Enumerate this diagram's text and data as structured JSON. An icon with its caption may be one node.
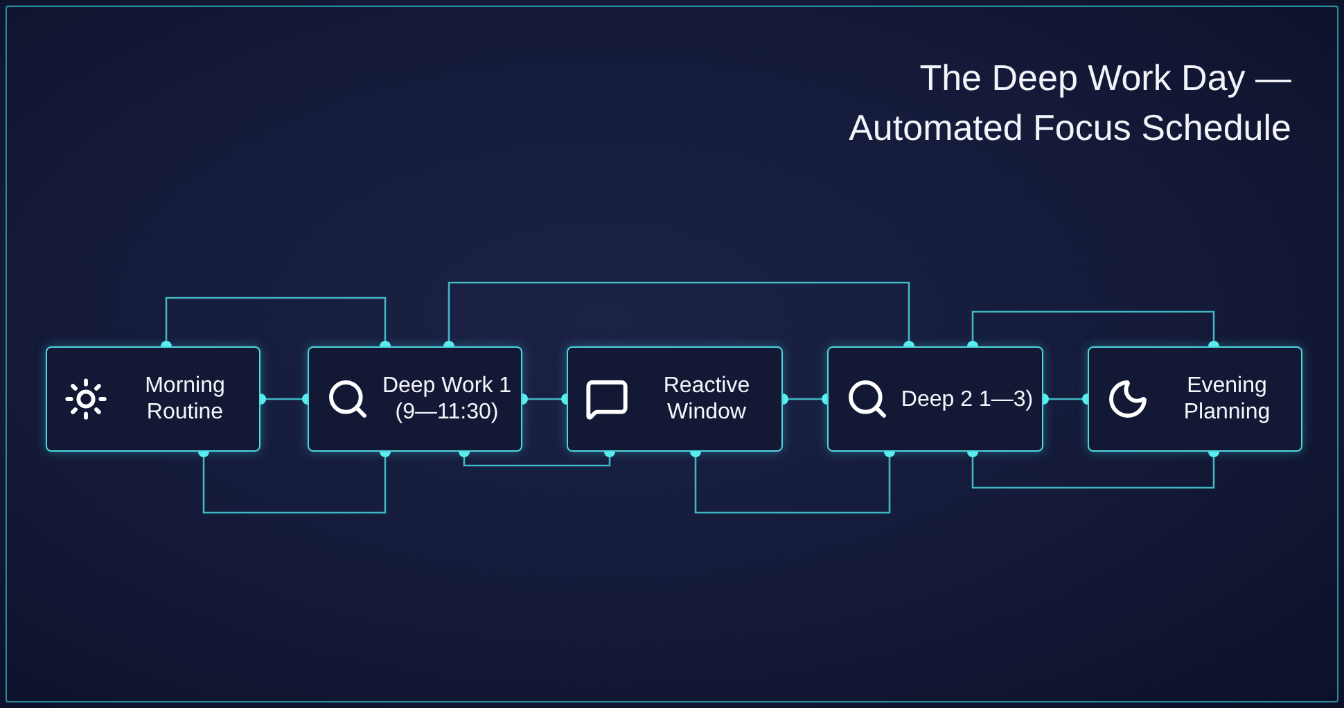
{
  "diagram": {
    "title": "The Deep Work Day — Automated Focus Schedule",
    "nodes": [
      {
        "text": [
          "Morning Routine"
        ]
      },
      {
        "text": [
          "Deep Work 1 (9—11:30)"
        ]
      },
      {
        "text": [
          "Reactive Window"
        ]
      },
      {
        "text": [
          "Deep 2 1—3)"
        ]
      },
      {
        "text": [
          "Evening Planning"
        ]
      }
    ],
    "edges": [
      {
        "from": 0,
        "to": 1,
        "arrow": "other"
      },
      {
        "from": 0,
        "to": 1,
        "arrow": "other"
      },
      {
        "from": 0,
        "to": 1,
        "arrow": "other"
      },
      {
        "from": 1,
        "to": 2,
        "arrow": "other"
      },
      {
        "from": 1,
        "to": 3,
        "arrow": "other"
      },
      {
        "from": 1,
        "to": 2,
        "arrow": "other"
      },
      {
        "from": 2,
        "to": 3,
        "arrow": "other"
      },
      {
        "from": 2,
        "to": 3,
        "arrow": "other"
      },
      {
        "from": 3,
        "to": 4,
        "arrow": "other"
      },
      {
        "from": 3,
        "to": 4,
        "arrow": "other"
      },
      {
        "from": 3,
        "to": 4,
        "arrow": "other"
      }
    ]
  }
}
